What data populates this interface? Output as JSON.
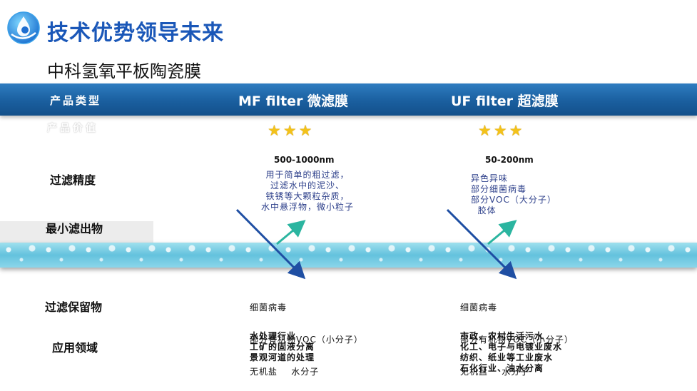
{
  "header": {
    "title": "技术优势领导未来",
    "subtitle": "中科氢氧平板陶瓷膜"
  },
  "table": {
    "type_label": "产品类型",
    "columns": [
      {
        "name": "MF filter  微滤膜",
        "stars": "★★★",
        "rating": 3,
        "range": "500-1000nm",
        "description": [
          "用于简单的粗过滤，",
          "过滤水中的泥沙、",
          "铁锈等大颗粒杂质，",
          "水中悬浮物，微小粒子"
        ],
        "retained": [
          "细菌病毒",
          "部分有机物VOC（小分子）",
          "无机盐    水分子"
        ],
        "applications": [
          "水处理行业",
          "工矿的固液分离",
          "景观河道的处理"
        ]
      },
      {
        "name": "UF filter  超滤膜",
        "stars": "★★★",
        "rating": 3,
        "range": "50-200nm",
        "description": [
          "异色异味",
          "部分细菌病毒",
          "部分VOC（大分子）",
          "  胶体"
        ],
        "retained": [
          "细菌病毒",
          "部分有机物VOC（小分子）",
          "无机盐    水分子"
        ],
        "applications": [
          "市政、农村生活污水",
          "化工、电子与电镀业废水",
          "纺织、纸业等工业废水",
          "石化行业、油水分离"
        ]
      }
    ]
  },
  "rows": {
    "value": "产品价值",
    "precision": "过滤精度",
    "min_filter": "最小滤出物",
    "retained": "过滤保留物",
    "application": "应用领域"
  },
  "icons": {
    "logo": "water-drop-logo-icon",
    "rating": "star-icon",
    "arrow_in": "blue-down-arrow-icon",
    "arrow_out": "teal-up-arrow-icon"
  },
  "colors": {
    "title": "#1a57b8",
    "header_band": "#1d64a6",
    "star": "#f3c21a",
    "membrane": "#7fd0e6",
    "arrow_in": "#1f4fa3",
    "arrow_out": "#2bb5a0"
  }
}
